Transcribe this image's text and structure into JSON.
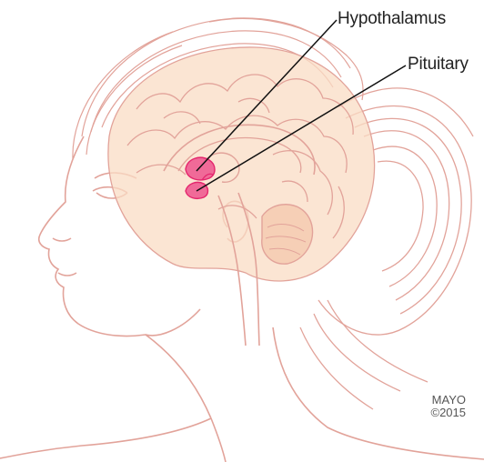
{
  "labels": {
    "hypothalamus": "Hypothalamus",
    "pituitary": "Pituitary"
  },
  "credit": {
    "line1": "MAYO",
    "line2": "©2015"
  },
  "colors": {
    "outline": "#e2a39a",
    "brain_fill": "#f9dcc4",
    "highlight": "#e4266d",
    "highlight_fill": "#f06a98",
    "leader": "#111111"
  },
  "icons": {
    "figure": "head-brain-sagittal-illustration"
  }
}
